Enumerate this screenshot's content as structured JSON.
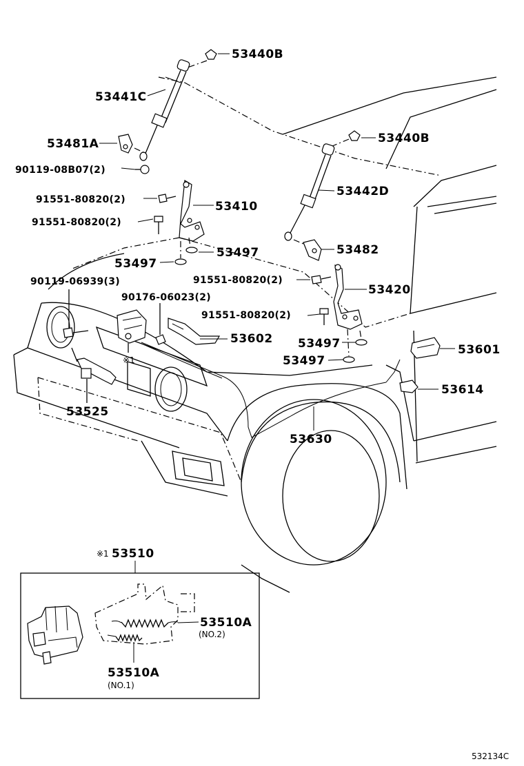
{
  "labels": {
    "p53440b_top": "53440B",
    "p53441c": "53441C",
    "p53481a": "53481A",
    "p90119_08b07": "90119-08B07(2)",
    "p91551_a": "91551-80820(2)",
    "p91551_b": "91551-80820(2)",
    "p53410": "53410",
    "p53497_a": "53497",
    "p53497_b": "53497",
    "p90119_06939": "90119-06939(3)",
    "p90176_06023": "90176-06023(2)",
    "p53602": "53602",
    "p53440b_right": "53440B",
    "p53442d": "53442D",
    "p53482": "53482",
    "p91551_c": "91551-80820(2)",
    "p53420": "53420",
    "p91551_d": "91551-80820(2)",
    "p53497_c": "53497",
    "p53497_d": "53497",
    "p53601": "53601",
    "p53614": "53614",
    "p53525": "53525",
    "p53630": "53630",
    "note_mark": "※1",
    "inset_title_mark": "※1",
    "inset_title": "53510",
    "p53510a_no2": "53510A",
    "p53510a_no2_sub": "(NO.2)",
    "p53510a_no1": "53510A",
    "p53510a_no1_sub": "(NO.1)",
    "catalog_code": "532134C"
  }
}
